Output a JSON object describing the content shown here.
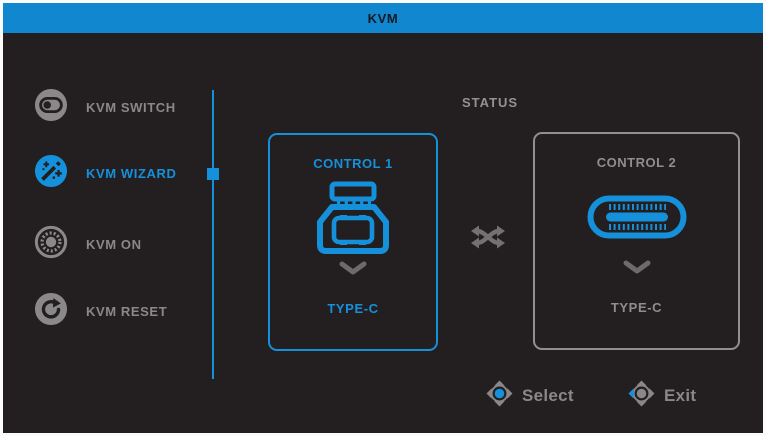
{
  "header": {
    "title": "KVM"
  },
  "sidebar": {
    "items": [
      {
        "label": "KVM SWITCH",
        "icon": "toggle-icon",
        "active": false
      },
      {
        "label": "KVM WIZARD",
        "icon": "magic-wand-icon",
        "active": true
      },
      {
        "label": "KVM ON",
        "icon": "joystick-button-icon",
        "active": false
      },
      {
        "label": "KVM RESET",
        "icon": "reset-arrow-icon",
        "active": false
      }
    ]
  },
  "status": {
    "label": "STATUS",
    "swap_icon": "swap-arrows-icon",
    "cards": [
      {
        "title": "CONTROL 1",
        "icon": "usb-type-b-connector-icon",
        "port": "TYPE-C",
        "active": true
      },
      {
        "title": "CONTROL 2",
        "icon": "usb-type-c-connector-icon",
        "port": "TYPE-C",
        "active": false
      }
    ]
  },
  "footer": {
    "select_label": "Select",
    "exit_label": "Exit",
    "select_icon": "joystick-press-icon",
    "exit_icon": "joystick-left-icon"
  },
  "colors": {
    "accent_blue": "#1590DA",
    "header_blue": "#1187D0",
    "inactive_gray": "#8B8889",
    "background": "#231F20"
  }
}
